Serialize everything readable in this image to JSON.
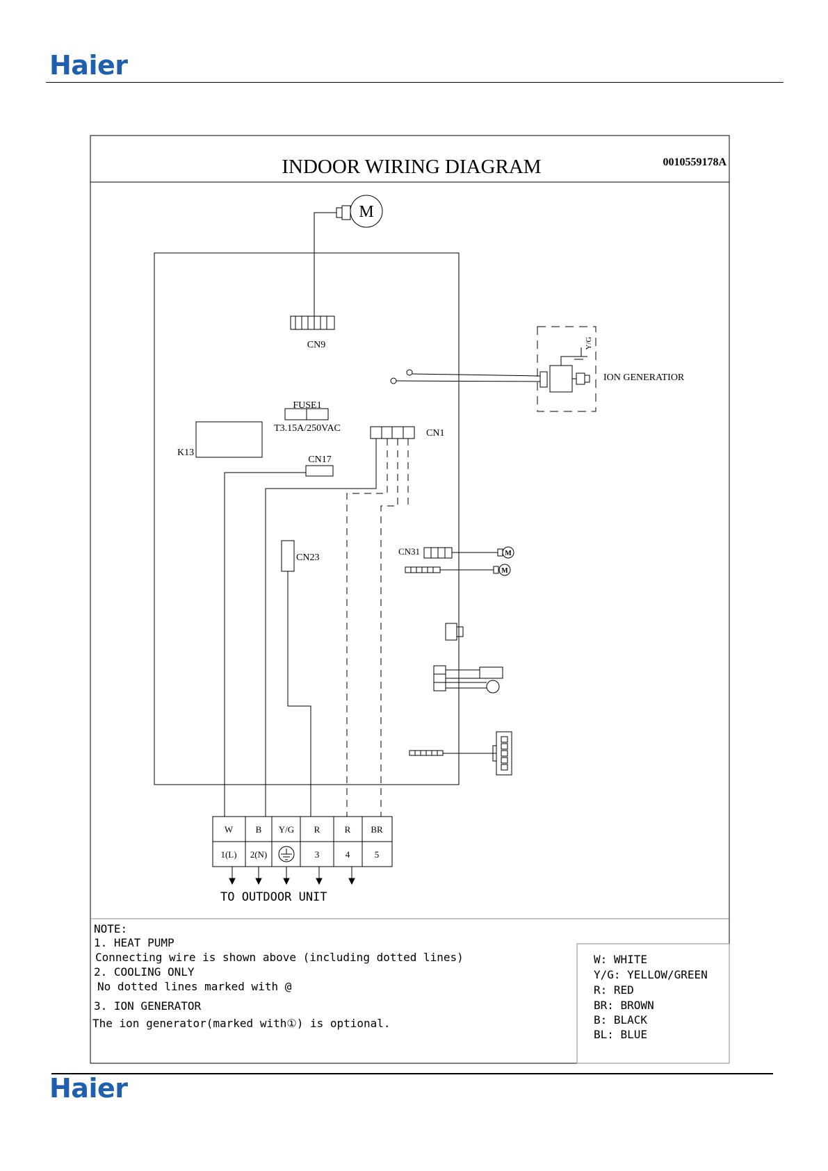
{
  "header": {
    "logo": "Haier"
  },
  "footer": {
    "logo": "Haier"
  },
  "diagram": {
    "title": "INDOOR WIRING   DIAGRAM",
    "code": "0010559178A",
    "motor_label": "M",
    "connectors": {
      "cn9": "CN9",
      "fuse": "FUSE1",
      "fuse_rating": "T3.15A/250VAC",
      "cn1": "CN1",
      "k13": "K13",
      "cn17": "CN17",
      "cn23": "CN23",
      "cn31": "CN31"
    },
    "small_motor_label": "M",
    "ion_generator": {
      "label": "ION   GENERATIOR",
      "ground_label": "Y/G"
    },
    "terminal": {
      "colors": [
        "W",
        "B",
        "Y/G",
        "R",
        "R",
        "BR"
      ],
      "numbers": [
        "1(L)",
        "2(N)",
        "",
        "3",
        "4",
        "5"
      ]
    },
    "to_outdoor_unit": "TO   OUTDOOR   UNIT"
  },
  "notes": {
    "heading": "NOTE:",
    "lines": [
      "1. HEAT PUMP",
      "Connecting wire is shown above (including dotted lines)",
      "2. COOLING ONLY",
      " No dotted lines marked with @",
      "3. ION GENERATOR",
      "The ion generator(marked with①) is optional."
    ]
  },
  "legend": [
    "W: WHITE",
    "Y/G: YELLOW/GREEN",
    "R: RED",
    "BR: BROWN",
    "B: BLACK",
    "BL: BLUE"
  ]
}
